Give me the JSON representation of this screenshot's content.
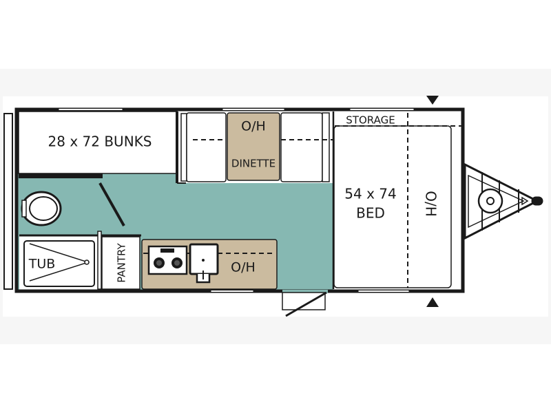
{
  "floorplan": {
    "bunks_label": "28 x 72  BUNKS",
    "dinette_overhead_label": "O/H",
    "dinette_label": "DINETTE",
    "storage_label": "STORAGE",
    "bed_size_label": "54 x 74",
    "bed_label": "BED",
    "bed_overhead_label": "O/H",
    "tub_label": "TUB",
    "pantry_label": "PANTRY",
    "kitchen_overhead_label": "O/H"
  },
  "colors": {
    "floor": "#86b8b2",
    "furniture": "#cbbb9f",
    "wall": "#1a1a1a",
    "background_band": "#f6f6f6"
  }
}
